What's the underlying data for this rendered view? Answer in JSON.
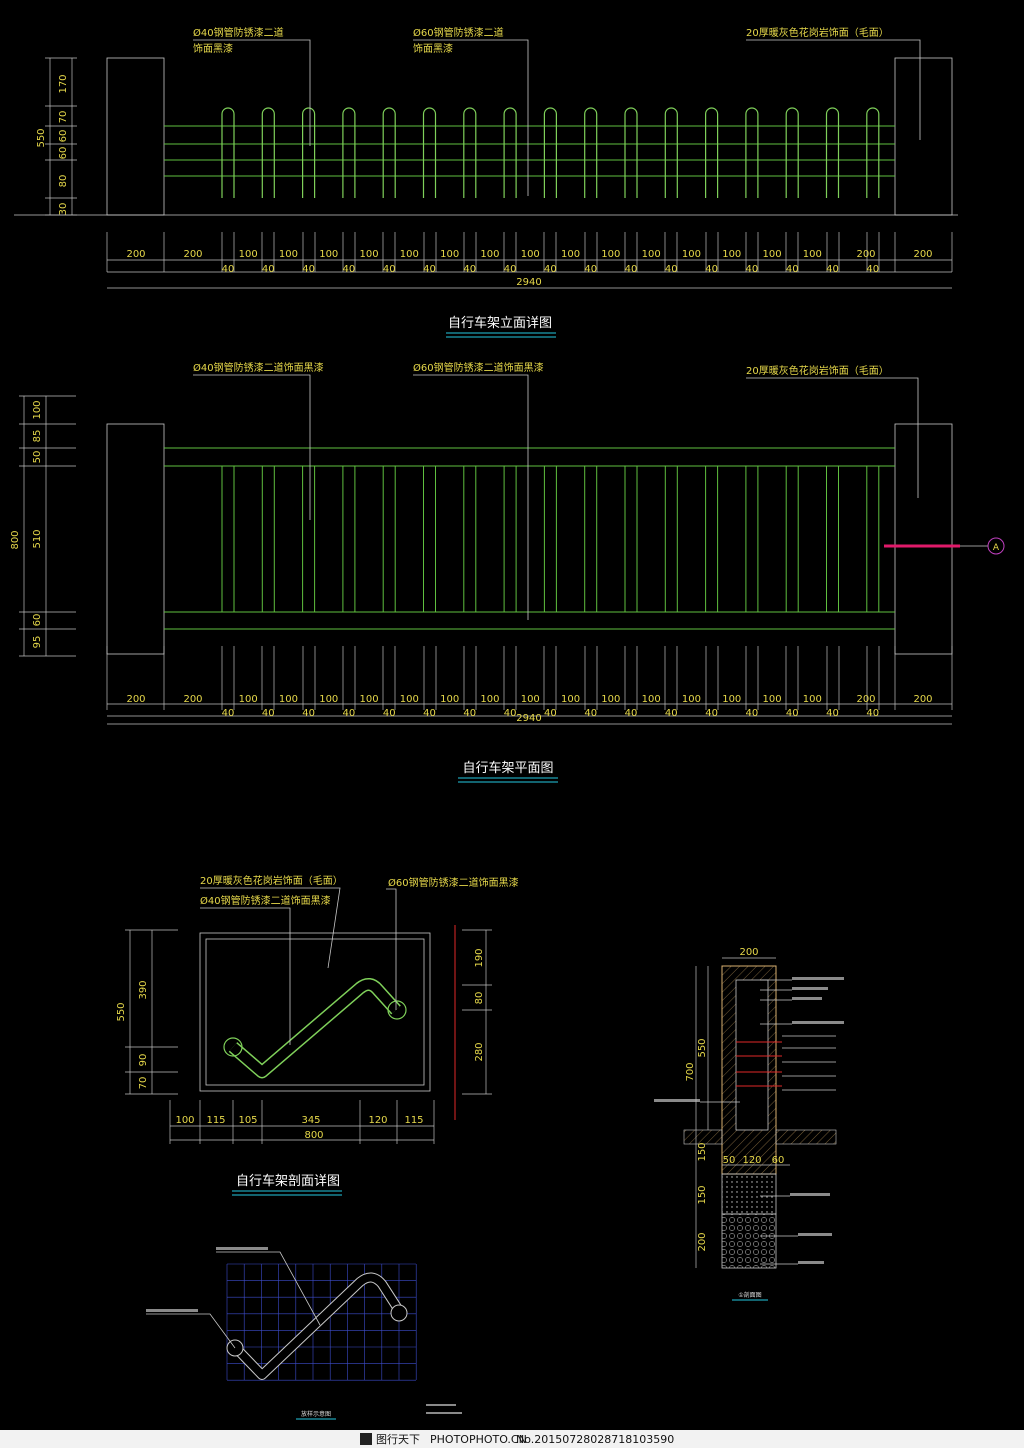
{
  "elevation": {
    "callout_pipe40": "Ø40钢管防锈漆二道",
    "callout_pipe40_b": "饰面黑漆",
    "callout_pipe60": "Ø60钢管防锈漆二道",
    "callout_pipe60_b": "饰面黑漆",
    "callout_granite": "20厚暖灰色花岗岩饰面（毛面）",
    "vdims": [
      "170",
      "70",
      "60",
      "60",
      "80",
      "30"
    ],
    "vdim_total": "550",
    "hdims_top": [
      "200",
      "200",
      "100",
      "100",
      "100",
      "100",
      "100",
      "100",
      "100",
      "100",
      "100",
      "100",
      "100",
      "100",
      "100",
      "100",
      "100",
      "200",
      "200"
    ],
    "hdims_bottom": [
      "40",
      "40",
      "40",
      "40",
      "40",
      "40",
      "40",
      "40",
      "40",
      "40",
      "40",
      "40",
      "40",
      "40",
      "40",
      "40",
      "40"
    ],
    "total": "2940",
    "title": "自行车架立面详图"
  },
  "plan": {
    "callout_pipe40": "Ø40钢管防锈漆二道饰面黑漆",
    "callout_pipe60": "Ø60钢管防锈漆二道饰面黑漆",
    "callout_granite": "20厚暖灰色花岗岩饰面（毛面）",
    "vdims": [
      "100",
      "85",
      "50",
      "510",
      "60",
      "95"
    ],
    "vdim_total": "800",
    "section_mark": "A",
    "hdims_top": [
      "200",
      "200",
      "100",
      "100",
      "100",
      "100",
      "100",
      "100",
      "100",
      "100",
      "100",
      "100",
      "100",
      "100",
      "100",
      "100",
      "100",
      "200",
      "200"
    ],
    "hdims_bottom": [
      "40",
      "40",
      "40",
      "40",
      "40",
      "40",
      "40",
      "40",
      "40",
      "40",
      "40",
      "40",
      "40",
      "40",
      "40",
      "40",
      "40"
    ],
    "total": "2940",
    "title": "自行车架平面图"
  },
  "section": {
    "callout_granite": "20厚暖灰色花岗岩饰面（毛面）",
    "callout_pipe40": "Ø40钢管防锈漆二道饰面黑漆",
    "callout_pipe60": "Ø60钢管防锈漆二道饰面黑漆",
    "vdims_left": [
      "390",
      "90",
      "70"
    ],
    "vdim_total": "550",
    "vdims_right": [
      "190",
      "80",
      "280"
    ],
    "hdims": [
      "100",
      "115",
      "105",
      "345",
      "120",
      "115"
    ],
    "total": "800",
    "title": "自行车架剖面详图"
  },
  "detail": {
    "top_dim": "200",
    "dims_left": [
      "550",
      "700",
      "150",
      "150",
      "200"
    ],
    "dims_bottom": [
      "50",
      "120",
      "60"
    ],
    "title": "①剖面图"
  },
  "grid": {
    "title": "放样示意图"
  },
  "footer": {
    "site": "图行天下",
    "photo": "PHOTOPHOTO.CN",
    "number": "No.20150728028718103590"
  }
}
